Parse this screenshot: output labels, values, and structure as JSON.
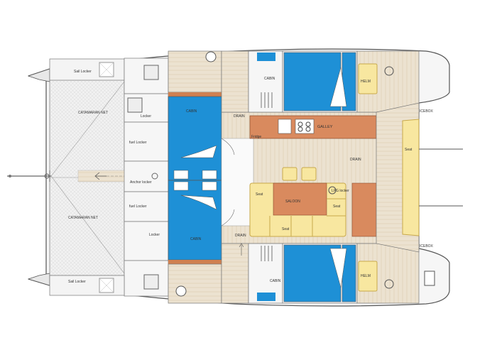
{
  "colors": {
    "hull": "#f3f3f3",
    "hull_stroke": "#555555",
    "deck_wood": "#e9ddc9",
    "deck_line": "#d7c6a8",
    "net": "#ededed",
    "berth_blue": "#1e90d6",
    "galley_orange": "#d98a5e",
    "seat_yellow": "#f8e7a0",
    "seat_stroke": "#c8a84a",
    "bulkhead_orange": "#d08050"
  },
  "labels": {
    "sail_locker_top": "Sail Locker",
    "sail_locker_bottom": "Sail Locker",
    "catamaran_net_top": "CATAMARAN NET",
    "catamaran_net_bottom": "CATAMARAN NET",
    "locker_top": "Locker",
    "fuel_locker_top": "fuel  Locker",
    "anchor_locker": "Anchor locker",
    "fuel_locker_bottom": "fuel  Locker",
    "locker_bottom": "Locker",
    "cabin_fwd_port": "CABIN",
    "cabin_fwd_stbd": "CABIN",
    "cabin_aft_port": "CABIN",
    "cabin_aft_stbd": "CABIN",
    "drain_top": "DRAIN",
    "drain_mid": "DRAIN",
    "drain_bottom": "DRAIN",
    "fridge": "Fridge",
    "galley": "GALLEY",
    "seat_saloon_left": "Seat",
    "saloon": "SALOON",
    "lpg_locker": "LPG locker",
    "seat_saloon_right": "Seat",
    "seat_saloon_bottom": "Seat",
    "seat_aft": "Seat",
    "helm_top": "HELM",
    "helm_bottom": "HELM",
    "icebox_top": "ICEBOX",
    "icebox_bottom": "ICEBOX"
  }
}
